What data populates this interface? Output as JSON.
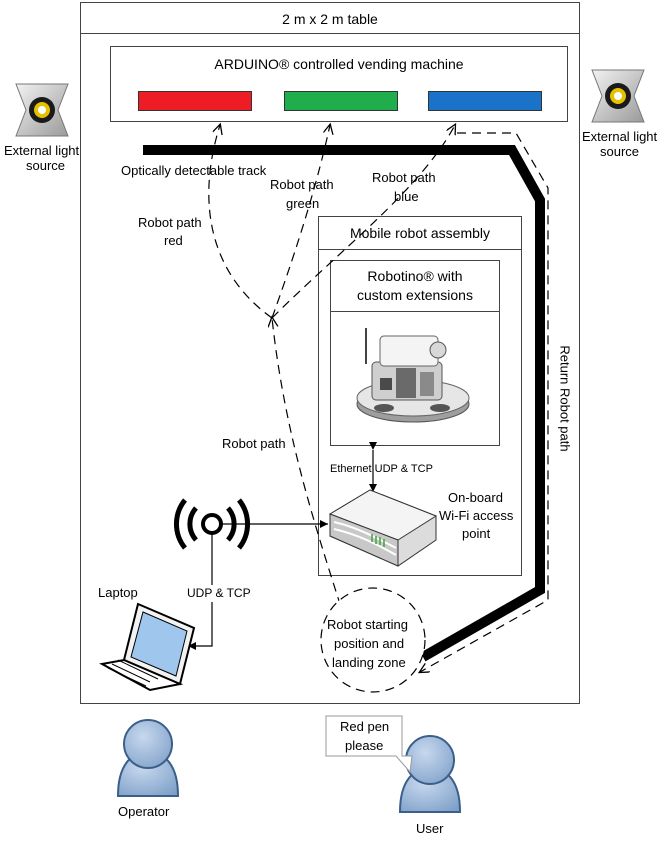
{
  "table": {
    "title": "2 m x 2 m table"
  },
  "vending_machine": {
    "title": "ARDUINO® controlled vending machine",
    "slot_colors": {
      "red": "#ee1c25",
      "green": "#1fae4b",
      "blue": "#1a72c9"
    }
  },
  "light_sources": [
    {
      "label_line1": "External light",
      "label_line2": "source"
    },
    {
      "label_line1": "External light",
      "label_line2": "source"
    }
  ],
  "track": {
    "label": "Optically detectable track"
  },
  "paths": {
    "red_line1": "Robot path",
    "red_line2": "red",
    "green_line1": "Robot path",
    "green_line2": "green",
    "blue_line1": "Robot path",
    "blue_line2": "blue",
    "main": "Robot path",
    "return": "Return Robot path"
  },
  "mobile_robot": {
    "title": "Mobile robot assembly",
    "robotino_line1": "Robotino® with",
    "robotino_line2": "custom extensions",
    "ethernet_label": "Ethernet UDP & TCP",
    "access_point_line1": "On-board",
    "access_point_line2": "Wi-Fi access",
    "access_point_line3": "point"
  },
  "network": {
    "udp_tcp_label": "UDP & TCP"
  },
  "laptop": {
    "label": "Laptop"
  },
  "start_zone": {
    "line1": "Robot starting",
    "line2": "position and",
    "line3": "landing zone"
  },
  "operator": {
    "label": "Operator"
  },
  "user": {
    "label": "User",
    "speech_line1": "Red pen",
    "speech_line2": "please"
  },
  "colors": {
    "person_fill": "#8eafd6",
    "person_stroke": "#3b5f8a"
  }
}
